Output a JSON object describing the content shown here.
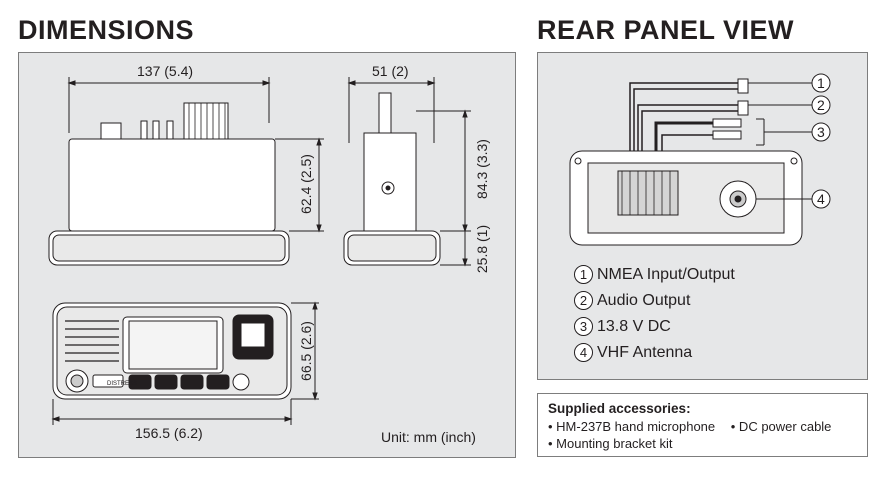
{
  "dimensions": {
    "heading": "DIMENSIONS",
    "width_label": "137 (5.4)",
    "depth_label": "51 (2)",
    "height_label": "62.4 (2.5)",
    "total_height_label": "84.3 (3.3)",
    "bracket_label": "25.8 (1)",
    "front_height_label": "66.5 (2.6)",
    "front_width_label": "156.5 (6.2)",
    "unit_label": "Unit: mm (inch)",
    "distress_label": "DISTRESS"
  },
  "rear_panel": {
    "heading": "REAR PANEL VIEW",
    "items": [
      {
        "num": "1",
        "label": "NMEA Input/Output"
      },
      {
        "num": "2",
        "label": "Audio Output"
      },
      {
        "num": "3",
        "label": "13.8 V DC"
      },
      {
        "num": "4",
        "label": "VHF Antenna"
      }
    ]
  },
  "accessories": {
    "title": "Supplied accessories:",
    "items": [
      "• HM-237B hand microphone",
      "• DC power cable",
      "• Mounting bracket kit"
    ]
  },
  "colors": {
    "panel_bg": "#e6e7e8",
    "line": "#231f20",
    "border": "#7d7d7d"
  }
}
